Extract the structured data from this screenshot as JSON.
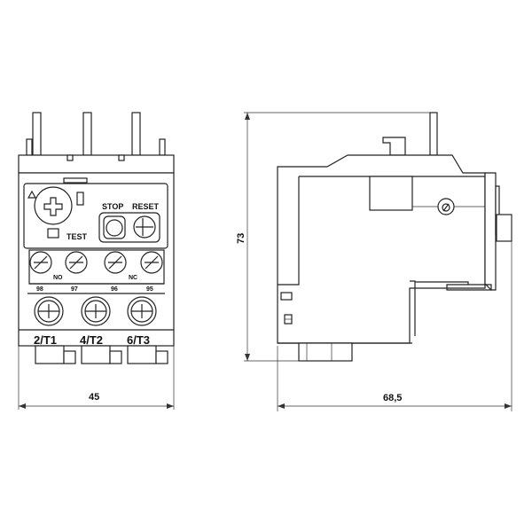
{
  "front_view": {
    "dial_label": "TEST",
    "stop_label": "STOP",
    "reset_label": "RESET",
    "aux_labels": [
      "NO",
      "NC"
    ],
    "aux_terminals": [
      "98",
      "97",
      "96",
      "95"
    ],
    "main_terminals": [
      "2/T1",
      "4/T2",
      "6/T3"
    ],
    "width_dimension": "45"
  },
  "side_view": {
    "height_dimension": "73",
    "depth_dimension": "68,5"
  }
}
